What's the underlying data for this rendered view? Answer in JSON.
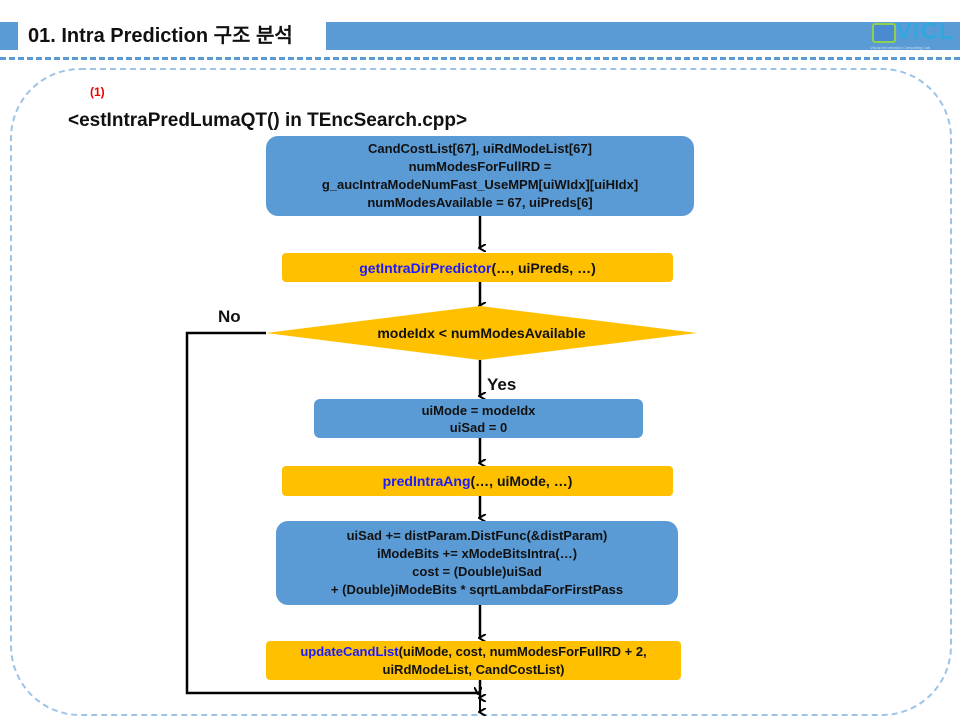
{
  "header": {
    "title": "01. Intra Prediction 구조 분석",
    "logo_text": "VICL",
    "logo_subtitle": "Visual Information Computing Lab"
  },
  "step_label": "(1)",
  "subtitle": "<estIntraPredLumaQT() in TEncSearch.cpp>",
  "flow": {
    "init": [
      "CandCostList[67], uiRdModeList[67]",
      "numModesForFullRD =",
      "g_aucIntraModeNumFast_UseMPM[uiWIdx][uiHIdx]",
      "numModesAvailable = 67, uiPreds[6]"
    ],
    "get_dir": {
      "fn": "getIntraDirPredictor",
      "args": "(…, uiPreds, …)"
    },
    "condition": "modeIdx  <  numModesAvailable",
    "no_label": "No",
    "yes_label": "Yes",
    "set_mode": [
      "uiMode = modeIdx",
      "uiSad  = 0"
    ],
    "pred": {
      "fn": "predIntraAng",
      "args": "(…, uiMode, …)"
    },
    "cost": [
      "uiSad += distParam.DistFunc(&distParam)",
      "iModeBits += xModeBitsIntra(…)",
      "cost = (Double)uiSad",
      "+ (Double)iModeBits * sqrtLambdaForFirstPass"
    ],
    "update": {
      "fn": "updateCandList",
      "args": "(uiMode, cost, numModesForFullRD + 2,",
      "line2": "uiRdModeList, CandCostList)"
    }
  },
  "colors": {
    "blue": "#5B9BD5",
    "orange": "#FFC000",
    "function": "#1a1aff"
  }
}
